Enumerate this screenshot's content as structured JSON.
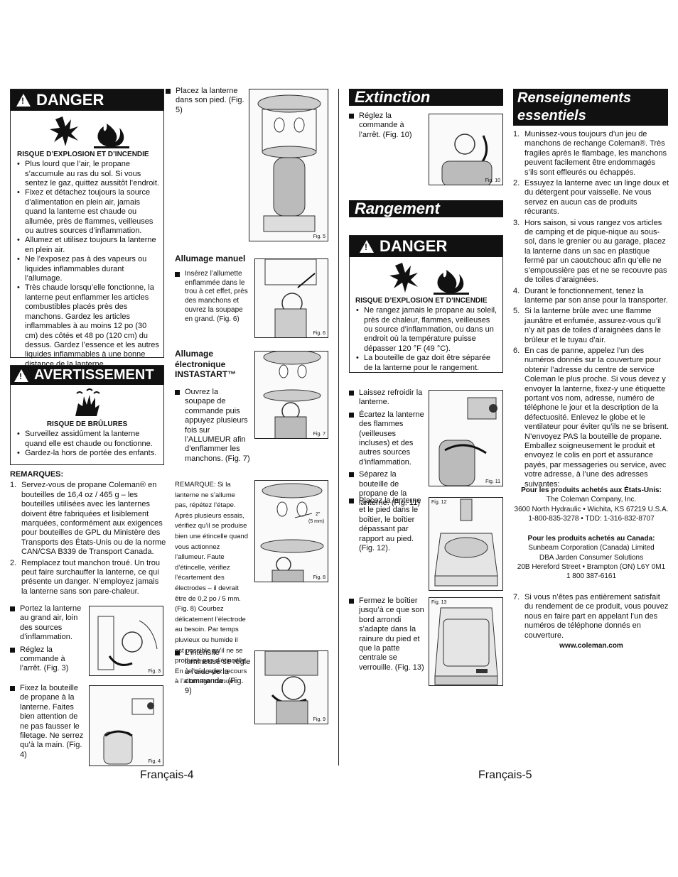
{
  "danger1": {
    "title": "DANGER",
    "risk": "RISQUE D’EXPLOSION ET D’INCENDIE",
    "items": [
      "Plus lourd que l’air, le propane s’accumule au ras du sol. Si vous sentez le gaz, quittez aussitôt l’endroit.",
      "Fixez et détachez toujours la source d’alimentation en plein air, jamais quand la lanterne est chaude ou allumée, près de flammes, veilleuses ou autres sources d’inflammation.",
      "Allumez et utilisez toujours la lanterne en plein air.",
      "Ne l’exposez pas à des vapeurs ou liquides inflammables durant l’allumage.",
      "Très chaude lorsqu’elle fonctionne, la lanterne peut enflammer les articles combustibles placés près des manchons. Gardez les articles inflammables à au moins 12 po (30 cm) des côtés et 48 po (120 cm) du dessus. Gardez l’essence et les autres liquides inflammables à une bonne distance de la lanterne."
    ]
  },
  "warning": {
    "title": "AVERTISSEMENT",
    "risk": "RISQUE DE BRÛLURES",
    "items": [
      "Surveillez assidûment la lanterne quand elle est chaude ou fonctionne.",
      "Gardez-la hors de portée des enfants."
    ]
  },
  "remarks": {
    "title": "REMARQUES:",
    "items": [
      {
        "n": "1.",
        "text": "Servez-vous de propane Coleman® en bouteilles de 16,4 oz / 465 g – les bouteilles utilisées avec les lanternes doivent être fabriquées et lisiblement marquées, conformément aux exigences pour bouteilles de GPL du Ministère des Transports des États-Unis ou de la norme CAN/CSA B339 de Transport Canada."
      },
      {
        "n": "2.",
        "text": "Remplacez tout manchon troué. Un trou peut faire surchauffer la lanterne, ce qui présente un danger. N’employez jamais la lanterne sans son pare-chaleur."
      }
    ]
  },
  "steps_left": {
    "s1": "Portez la lanterne au grand air, loin des sources d’inflammation.",
    "s2": "Réglez la commande à l’arrêt. (Fig. 3)",
    "s3": "Fixez la bouteille de propane à la lanterne. Faites bien attention de ne pas fausser le filetage. Ne serrez qu’à la main. (Fig. 4)",
    "s4": "Placez la lanterne dans son pied. (Fig. 5)"
  },
  "manual": {
    "title": "Allumage manuel",
    "text": "Insérez l’allumette enflammée dans le trou à cet effet, près des manchons et ouvrez la soupape en grand. (Fig. 6)"
  },
  "instastart": {
    "title": "Allumage électronique INSTASTART™",
    "text": "Ouvrez la soupape de commande puis appuyez plusieurs fois sur l’ALLUMEUR afin d’enflammer les manchons. (Fig. 7)",
    "note": "REMARQUE: Si la lanterne ne s’allume pas, répétez l’étape. Après plusieurs essais, vérifiez qu’il se produise bien une étincelle quand vous actionnez l’allumeur. Faute d’étincelle, vérifiez l’écartement des électrodes – il devrait être de 0,2 po / 5 mm. (Fig. 8) Courbez délicatement l’électrode au besoin. Par temps pluvieux ou humide il est possible qu’il ne se produise pas d’étincelle. En ce cas, ayez recours à l’allumage manuel.",
    "intensity": "L’intensité lumineuse se règle à l’aide de la commande. (Fig. 9)"
  },
  "figs": {
    "f3": "Fig. 3",
    "f4": "Fig. 4",
    "f5": "Fig. 5",
    "f6": "Fig. 6",
    "f7": "Fig. 7",
    "f8": "Fig. 8",
    "f9": "Fig. 9",
    "f10": "Fig. 10",
    "f11": "Fig. 11",
    "f12": "Fig. 12",
    "f13": "Fig. 13",
    "gap_in": "2\"",
    "gap_mm": "(5 mm)"
  },
  "extinction": {
    "title": "Extinction",
    "text": "Réglez la commande à l’arrêt. (Fig. 10)"
  },
  "rangement": {
    "title": "Rangement"
  },
  "danger2": {
    "title": "DANGER",
    "risk": "RISQUE D’EXPLOSION ET D’INCENDIE",
    "items": [
      "Ne rangez jamais le propane au soleil, près de chaleur, flammes, veilleuses ou source d’inflammation, ou dans un endroit où la température puisse dépasser 120 °F (49 °C).",
      "La bouteille de gaz doit être séparée de la lanterne pour le rangement."
    ]
  },
  "storage_steps": {
    "s1": "Laissez refroidir la lanterne.",
    "s2": "Écartez la lanterne des flammes (veilleuses incluses) et des autres sources d’inflammation.",
    "s3": "Séparez la bouteille de propane de la lanterne. (Fig. 11)",
    "s4": "Placez la lanterne et le pied dans le boîtier, le boîtier dépassant par rapport au pied. (Fig. 12).",
    "s5": "Fermez le boîtier jusqu’à ce que son bord arrondi s’adapte dans la rainure du pied et que la patte centrale se verrouille. (Fig. 13)"
  },
  "essentials": {
    "title": "Renseignements essentiels",
    "items": [
      {
        "n": "1.",
        "text": "Munissez-vous toujours d’un jeu de manchons de rechange Coleman®. Très fragiles après le flambage, les manchons peuvent facilement être endommagés s’ils sont effleurés ou échappés."
      },
      {
        "n": "2.",
        "text": "Essuyez la lanterne avec un linge doux et du détergent pour vaisselle. Ne vous servez en aucun cas de produits récurants."
      },
      {
        "n": "3.",
        "text": "Hors saison, si vous rangez vos articles de camping et de pique-nique au sous-sol, dans le grenier ou au garage, placez la lanterne dans un sac en plastique fermé par un caoutchouc afin qu’elle ne s’empoussière pas et ne se recouvre pas de toiles d’araignées."
      },
      {
        "n": "4.",
        "text": "Durant le fonctionnement, tenez la lanterne par son anse pour la transporter."
      },
      {
        "n": "5.",
        "text": "Si la lanterne brûle avec une flamme jaunâtre et enfumée, assurez-vous qu’il n’y ait pas de toiles d’araignées dans le brûleur et le tuyau d’air."
      },
      {
        "n": "6.",
        "text": "En cas de panne, appelez l’un des numéros donnés sur la couverture pour obtenir l’adresse du centre de service Coleman le plus proche. Si vous devez y envoyer la lanterne, fixez-y une étiquette portant vos nom, adresse, numéro de téléphone le jour et la description de la défectuosité. Enlevez le globe et le ventilateur pour éviter qu’ils ne se brisent. N’envoyez PAS la bouteille de propane. Emballez soigneusement le produit et envoyez le colis en port et assurance payés, par messageries ou service, avec votre adresse, à l’une des adresses suivantes:"
      }
    ],
    "us_title": "Pour les produits achetés aux États-Unis:",
    "us_lines": [
      "The Coleman Company, Inc.",
      "3600 North Hydraulic • Wichita, KS 67219 U.S.A.",
      "1-800-835-3278 • TDD: 1-316-832-8707"
    ],
    "ca_title": "Pour les produits achetés au Canada:",
    "ca_lines": [
      "Sunbeam Corporation (Canada) Limited",
      "DBA Jarden Consumer Solutions",
      "20B Hereford Street • Brampton (ON) L6Y 0M1",
      "1 800 387-6161"
    ],
    "item7": {
      "n": "7.",
      "text": "Si vous n’êtes pas entièrement satisfait du rendement de ce produit, vous pouvez nous en faire part en appelant l’un des numéros de téléphone donnés en couverture."
    },
    "web": "www.coleman.com"
  },
  "footer": {
    "left": "Français-4",
    "right": "Français-5"
  }
}
